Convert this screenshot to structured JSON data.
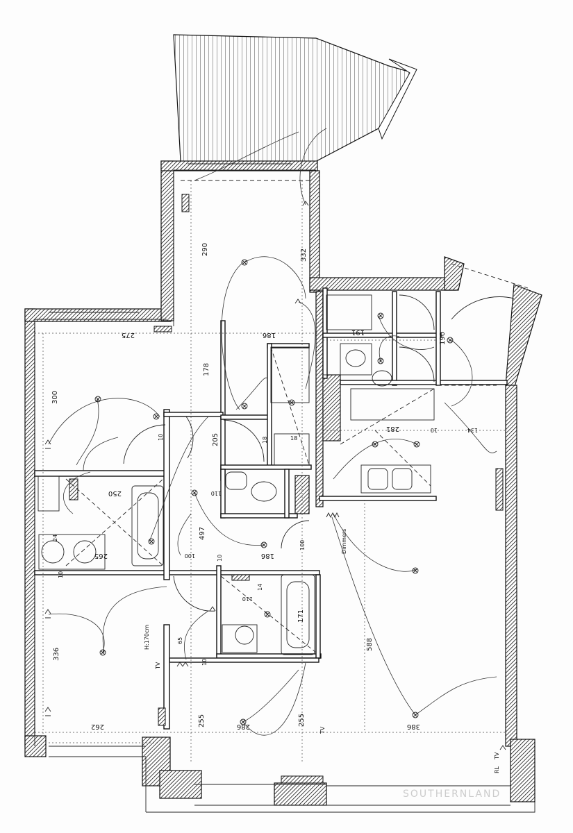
{
  "labels": {
    "d275": "275",
    "d290": "290",
    "d332": "332",
    "d186a": "186",
    "d191": "191",
    "d190": "190",
    "d300": "300",
    "d178": "178",
    "d205": "205",
    "d10a": "10",
    "d18": "18",
    "d18b": "18",
    "d281": "281",
    "d10b": "10",
    "d134": "134",
    "d250": "250",
    "d110": "110",
    "d10c": "10",
    "d497": "497",
    "d265": "265",
    "d100a": "100",
    "d186b": "186",
    "d100b": "100",
    "d110b": "110",
    "d24": "24",
    "d10d": "10",
    "d14": "14",
    "d171": "171",
    "d588": "588",
    "d336": "336",
    "d65": "65",
    "d10e": "10",
    "h170": "H:170cm",
    "d255a": "255",
    "d255b": "255",
    "d262": "262",
    "d286a": "286",
    "d386": "386",
    "dimmers": "Dimmers",
    "tv1": "TV",
    "tv2": "TV",
    "rl": "RL",
    "tv3": "TV",
    "watermark": "SOUTHERNLAND"
  }
}
